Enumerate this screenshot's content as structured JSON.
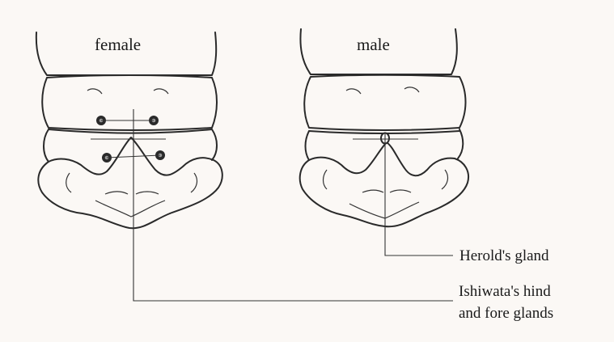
{
  "colors": {
    "background": "#fbf8f5",
    "outline": "#2a2a2a"
  },
  "labels": {
    "female": "female",
    "male": "male",
    "herold": "Herold's gland",
    "ishiwata_line1": "Ishiwata's hind",
    "ishiwata_line2": "and fore glands"
  }
}
